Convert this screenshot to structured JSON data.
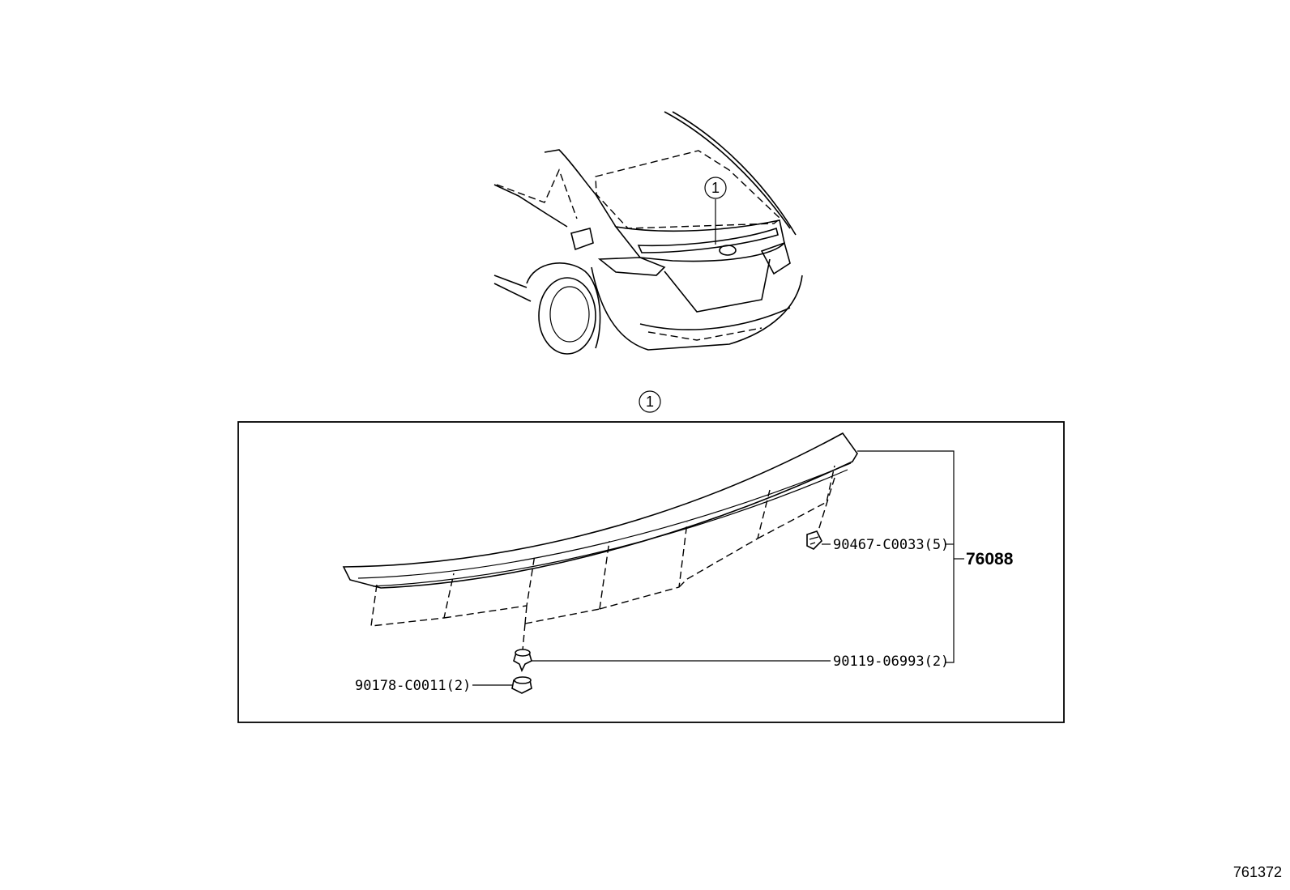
{
  "diagram": {
    "callout": "1",
    "detail_callout": "1",
    "assembly_part": "76088",
    "parts": [
      {
        "number": "90467-C0033(5)"
      },
      {
        "number": "90119-06993(2)"
      },
      {
        "number": "90178-C0011(2)"
      }
    ],
    "reference_id": "761372"
  }
}
